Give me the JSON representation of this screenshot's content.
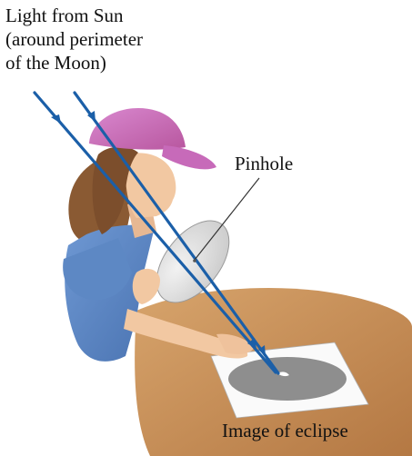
{
  "labels": {
    "light_line1": "Light from Sun",
    "light_line2": "(around perimeter",
    "light_line3": "of the Moon)",
    "pinhole": "Pinhole",
    "image": "Image of eclipse"
  },
  "colors": {
    "ray": "#1b5fa8",
    "cap": "#c66ab8",
    "cap_brim": "#c769bd",
    "shirt": "#5a86c4",
    "hair": "#8a5a33",
    "skin": "#f1c9a3",
    "table": "#bf8a52",
    "card": "#f7f7f7",
    "eclipse_image": "#8d8d8d",
    "pinhole_card": "#dcdcdc"
  }
}
